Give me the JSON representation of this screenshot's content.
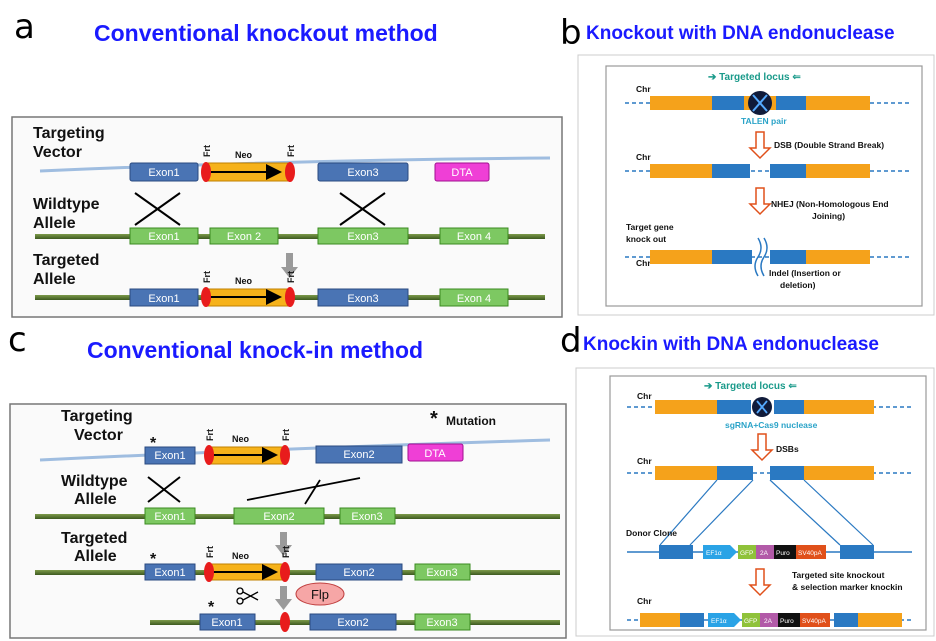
{
  "panels": {
    "a": {
      "letter": "a",
      "title": "Conventional knockout method"
    },
    "b": {
      "letter": "b",
      "title": "Knockout with DNA endonuclease"
    },
    "c": {
      "letter": "c",
      "title": "Conventional knock-in method"
    },
    "d": {
      "letter": "d",
      "title": "Knockin with DNA endonuclease"
    }
  },
  "labels": {
    "targeting_vector_1": "Targeting",
    "targeting_vector_2": "Vector",
    "wildtype_1": "Wildtype",
    "wildtype_2": "Allele",
    "targeted_1": "Targeted",
    "targeted_2": "Allele",
    "mutation": "Mutation",
    "asterisk": "*"
  },
  "elements": {
    "exon1": "Exon1",
    "exon2": "Exon2",
    "exon2_sp": "Exon 2",
    "exon3": "Exon3",
    "exon4": "Exon 4",
    "neo": "Neo",
    "frt": "Frt",
    "dta": "DTA",
    "flp": "Flp"
  },
  "panel_b": {
    "targeted_locus": "➔ Targeted locus ⇐",
    "chr": "Chr",
    "talen": "TALEN pair",
    "dsb": "DSB (Double Strand Break)",
    "nhej_1": "NHEJ (Non-Homologous End",
    "nhej_2": "Joining)",
    "target_gene_1": "Target gene",
    "target_gene_2": "knock out",
    "indel_1": "Indel (Insertion or",
    "indel_2": "deletion)"
  },
  "panel_d": {
    "targeted_locus": "➔ Targeted locus ⇐",
    "chr": "Chr",
    "sgrna": "sgRNA+Cas9 nuclease",
    "dsbs": "DSBs",
    "donor": "Donor Clone",
    "ef1a": "EF1α",
    "gfp": "GFP",
    "t2a": "2A",
    "puro": "Puro",
    "sv40": "SV40pA",
    "result_1": "Targeted site knockout",
    "result_2": "& selection marker knockin"
  },
  "colors": {
    "title_blue": "#1a1aff",
    "exon_blue": "#4a74b4",
    "exon_green": "#7dc862",
    "neo_orange": "#f6b21a",
    "frt_red": "#e81c1c",
    "dta_pink": "#ef3fd6",
    "b_orange": "#f5a21b",
    "b_blue": "#2a79c2"
  }
}
